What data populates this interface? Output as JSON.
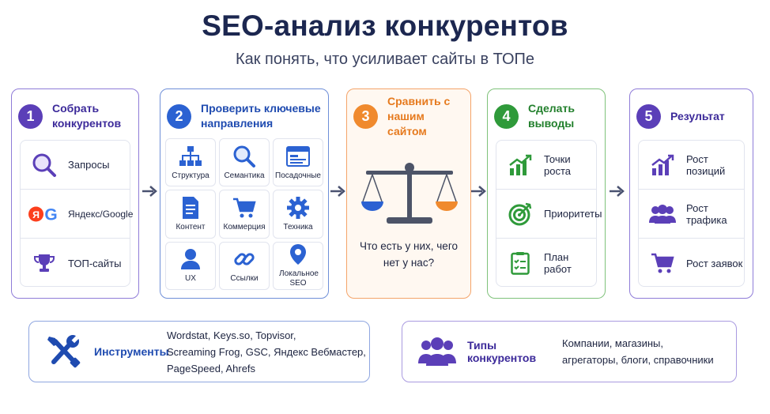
{
  "title": "SEO-анализ конкурентов",
  "subtitle": "Как понять, что усиливает сайты в ТОПе",
  "steps": [
    {
      "number": "1",
      "title": "Собрать конкурентов",
      "items": [
        {
          "icon": "magnifier-icon",
          "label": "Запросы"
        },
        {
          "icon": "yandex-google-logos-icon",
          "label": "Яндекс/Google",
          "logo_letters": [
            "Я",
            "G"
          ]
        },
        {
          "icon": "trophy-icon",
          "label": "ТОП-сайты"
        }
      ]
    },
    {
      "number": "2",
      "title": "Проверить ключевые направления",
      "items": [
        {
          "icon": "structure-icon",
          "label": "Структура"
        },
        {
          "icon": "search-icon",
          "label": "Семантика"
        },
        {
          "icon": "landing-page-icon",
          "label": "Посадочные"
        },
        {
          "icon": "document-icon",
          "label": "Контент"
        },
        {
          "icon": "cart-icon",
          "label": "Коммерция"
        },
        {
          "icon": "gear-icon",
          "label": "Техника"
        },
        {
          "icon": "user-icon",
          "label": "UX"
        },
        {
          "icon": "link-icon",
          "label": "Ссылки"
        },
        {
          "icon": "location-pin-icon",
          "label": "Локальное SEO"
        }
      ]
    },
    {
      "number": "3",
      "title": "Сравнить с нашим сайтом",
      "icon": "balance-scale-icon",
      "question": "Что есть у них, чего нет у нас?"
    },
    {
      "number": "4",
      "title": "Сделать выводы",
      "items": [
        {
          "icon": "growth-chart-icon",
          "label": "Точки роста"
        },
        {
          "icon": "target-icon",
          "label": "Приоритеты"
        },
        {
          "icon": "checklist-icon",
          "label": "План работ"
        }
      ]
    },
    {
      "number": "5",
      "title": "Результат",
      "items": [
        {
          "icon": "rising-bars-icon",
          "label": "Рост позиций"
        },
        {
          "icon": "people-icon",
          "label": "Рост трафика"
        },
        {
          "icon": "cart-icon",
          "label": "Рост заявок"
        }
      ]
    }
  ],
  "bottom": {
    "tools": {
      "icon": "wrench-screwdriver-icon",
      "label": "Инструменты",
      "lines": [
        "Wordstat, Keys.so, Topvisor,",
        "Screaming Frog, GSC, Яндекс Вебмастер,",
        "PageSpeed, Ahrefs"
      ]
    },
    "types": {
      "icon": "group-icon",
      "label": "Типы конкурентов",
      "lines": [
        "Компании, магазины,",
        "агрегаторы, блоги, справочники"
      ]
    }
  },
  "colors": {
    "purple": "#5b3fb8",
    "blue": "#2b62d2",
    "orange": "#f08a2e",
    "green": "#2f9a3a",
    "navy": "#1c2750"
  }
}
